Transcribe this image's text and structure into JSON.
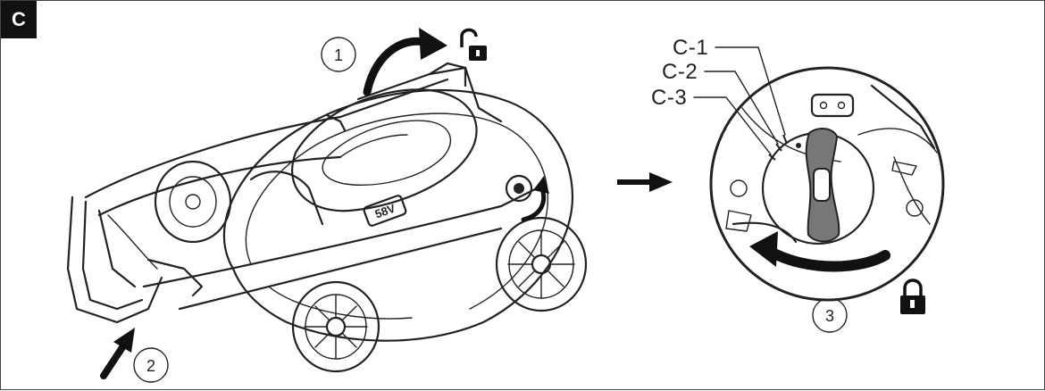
{
  "section": {
    "label": "C"
  },
  "steps": [
    {
      "number": "1"
    },
    {
      "number": "2"
    },
    {
      "number": "3"
    }
  ],
  "callouts": [
    {
      "label": "C-1"
    },
    {
      "label": "C-2"
    },
    {
      "label": "C-3"
    }
  ],
  "mower": {
    "deck_text": "58V"
  },
  "icons": {
    "unlock": "unlocked-padlock-icon",
    "lock": "locked-padlock-icon",
    "arrow": "right-arrow-icon"
  },
  "colors": {
    "ink": "#222222",
    "badge": "#111111",
    "knob": "#777777"
  }
}
